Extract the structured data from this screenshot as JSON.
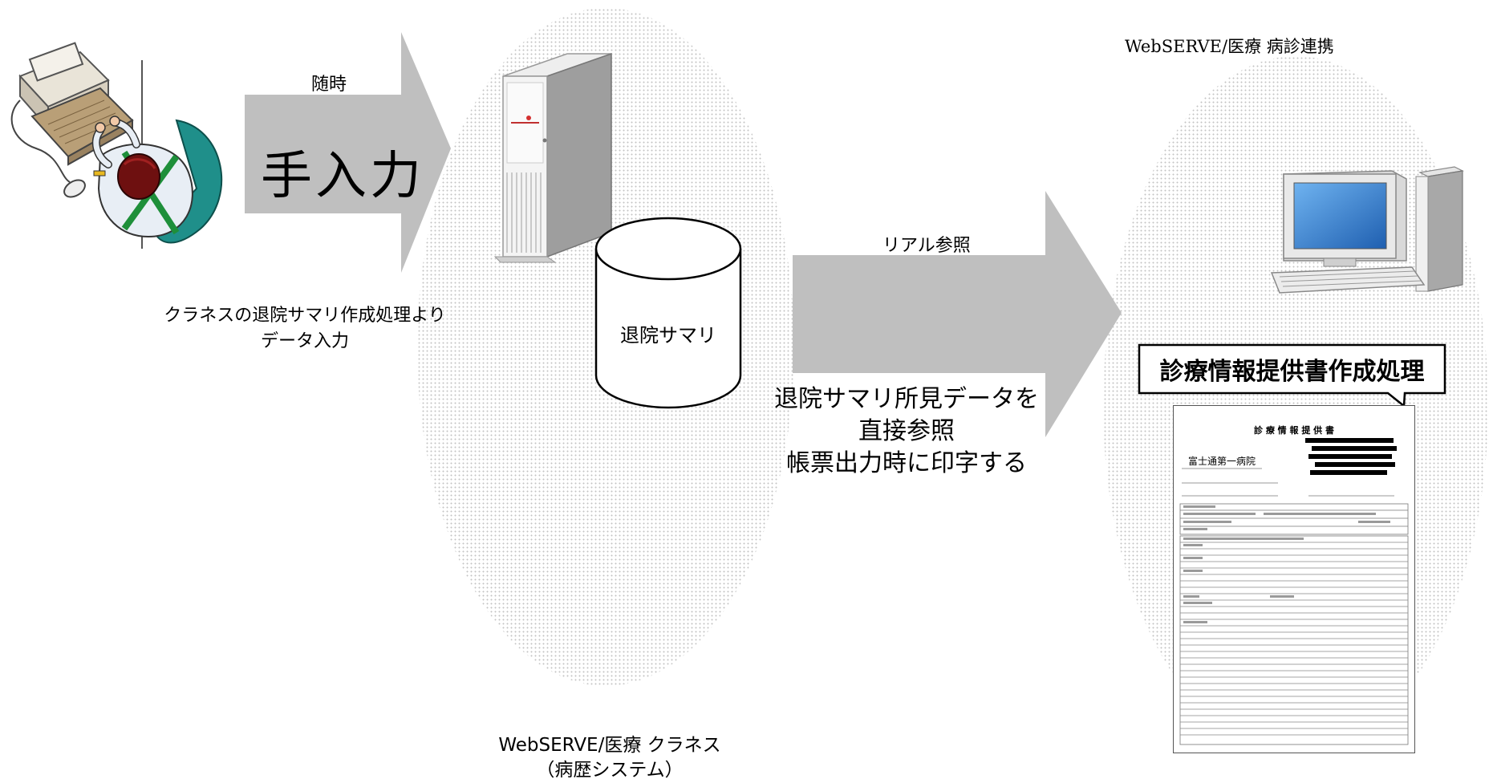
{
  "manual_input": {
    "timing_label": "随時",
    "arrow_label": "手入力",
    "caption_lines": [
      "クラネスの退院サマリ作成処理より",
      "データ入力"
    ]
  },
  "server": {
    "db_label": "退院サマリ",
    "system_lines": [
      "WebSERVE/医療 クラネス",
      "（病歴システム）"
    ]
  },
  "reference": {
    "mode_label": "リアル参照",
    "description_lines": [
      "退院サマリ所見データを",
      "直接参照",
      "帳票出力時に印字する"
    ]
  },
  "client": {
    "system_title": "WebSERVE/医療 病診連携",
    "callout_label": "診療情報提供書作成処理",
    "document": {
      "title": "診 療 情 報 提 供 書",
      "hospital": "富士通第一病院"
    }
  },
  "colors": {
    "arrow": "#bfbfbf",
    "teal_chair": "#1f8f8a",
    "monitor_blue": "#2c84d6"
  }
}
